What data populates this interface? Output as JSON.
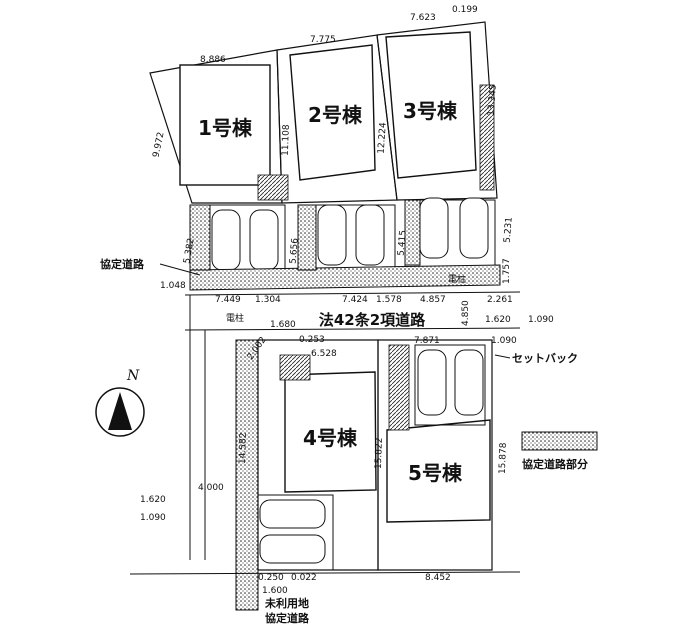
{
  "houses": {
    "h1": "1号棟",
    "h2": "2号棟",
    "h3": "3号棟",
    "h4": "4号棟",
    "h5": "5号棟"
  },
  "road": {
    "main": "法42条2項道路",
    "setback": "セットバック",
    "agreement_road": "協定道路",
    "agreement_road_bottom": "協定道路",
    "unused_land": "未利用地",
    "pole_left": "電柱",
    "pole_right": "電柱"
  },
  "legend": {
    "label": "協定道路部分"
  },
  "compass": {
    "north": "N"
  },
  "dims": {
    "top_h1": "8.886",
    "top_h2": "7.775",
    "top_h3": "7.623",
    "top_h3b": "0.199",
    "h1_left": "9.972",
    "h1_right": "11.108",
    "h2_right": "12.224",
    "h3_right": "13.345",
    "h1_drive": "5.382",
    "h2_drive": "5.656",
    "h2_drive2": "5.415",
    "h3_drive": "5.231",
    "road_w1": "1.048",
    "front_h1": "7.449",
    "front_a": "1.304",
    "front_h2": "7.424",
    "front_b": "1.578",
    "front_h3": "4.857",
    "front_c": "2.261",
    "road_edge": "1.757",
    "road_r1": "1.620",
    "road_r2": "1.090",
    "road_r3": "1.620",
    "road_r4": "1.090",
    "setback_w": "4.850",
    "h4_a": "1.680",
    "h4_b": "0.253",
    "h4_c": "2.002",
    "h4_d": "6.528",
    "h4_side": "14.582",
    "h5_top": "7.871",
    "h5_left": "15.822",
    "h5_right": "15.878",
    "left_a": "1.620",
    "left_b": "4.000",
    "left_c": "1.090",
    "bottom_a": "0.250",
    "bottom_b": "0.022",
    "bottom_c": "1.600",
    "bottom_h5": "8.452"
  }
}
